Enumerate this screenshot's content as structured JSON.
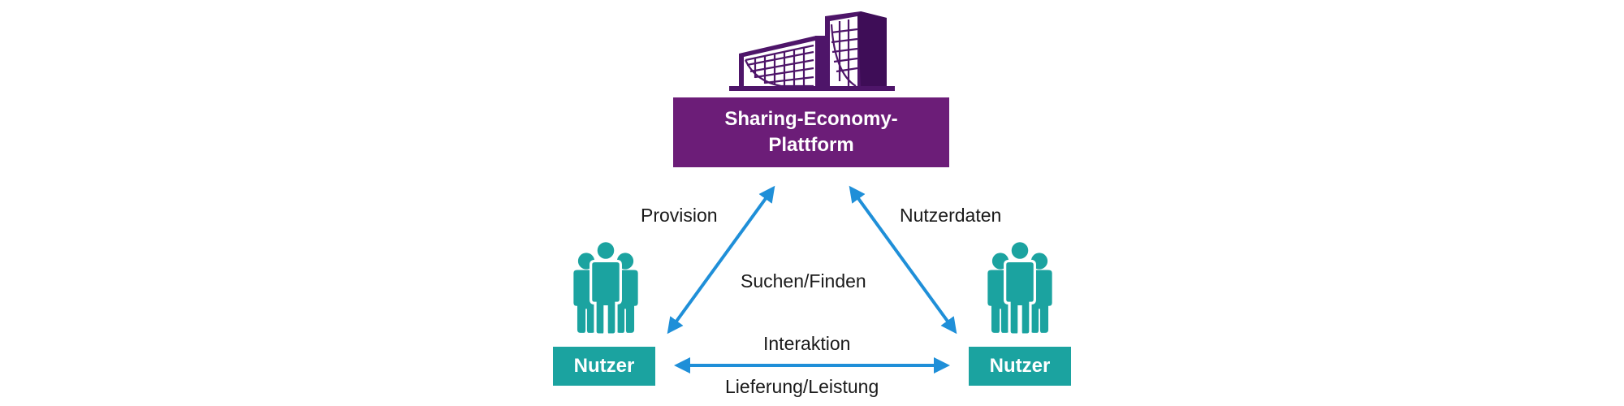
{
  "platform": {
    "icon": "building-icon",
    "label": "Sharing-Economy-Plattform",
    "color": "#6c1d78"
  },
  "users": [
    {
      "icon": "people-group-icon",
      "label": "Nutzer",
      "color": "#1ba3a0"
    },
    {
      "icon": "people-group-icon",
      "label": "Nutzer",
      "color": "#1ba3a0"
    }
  ],
  "arrows": {
    "color": "#1f8fd8",
    "left_diagonal_label": "Provision",
    "right_diagonal_label": "Nutzerdaten",
    "center_label": "Suchen/Finden",
    "bottom_top_label": "Interaktion",
    "bottom_bottom_label": "Lieferung/Leistung"
  }
}
